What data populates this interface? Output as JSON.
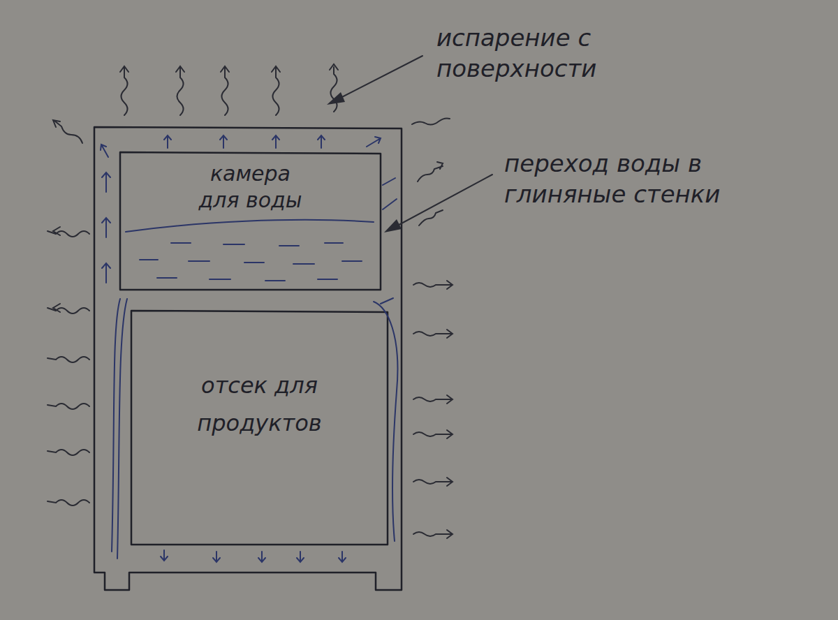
{
  "diagram": {
    "nodes": [
      {
        "text": [
          "камера для воды"
        ]
      },
      {
        "text": [
          "отсек для продуктов"
        ]
      }
    ],
    "labels": [
      "испарение с поверхности",
      "переход воды в глиняные стенки"
    ]
  }
}
